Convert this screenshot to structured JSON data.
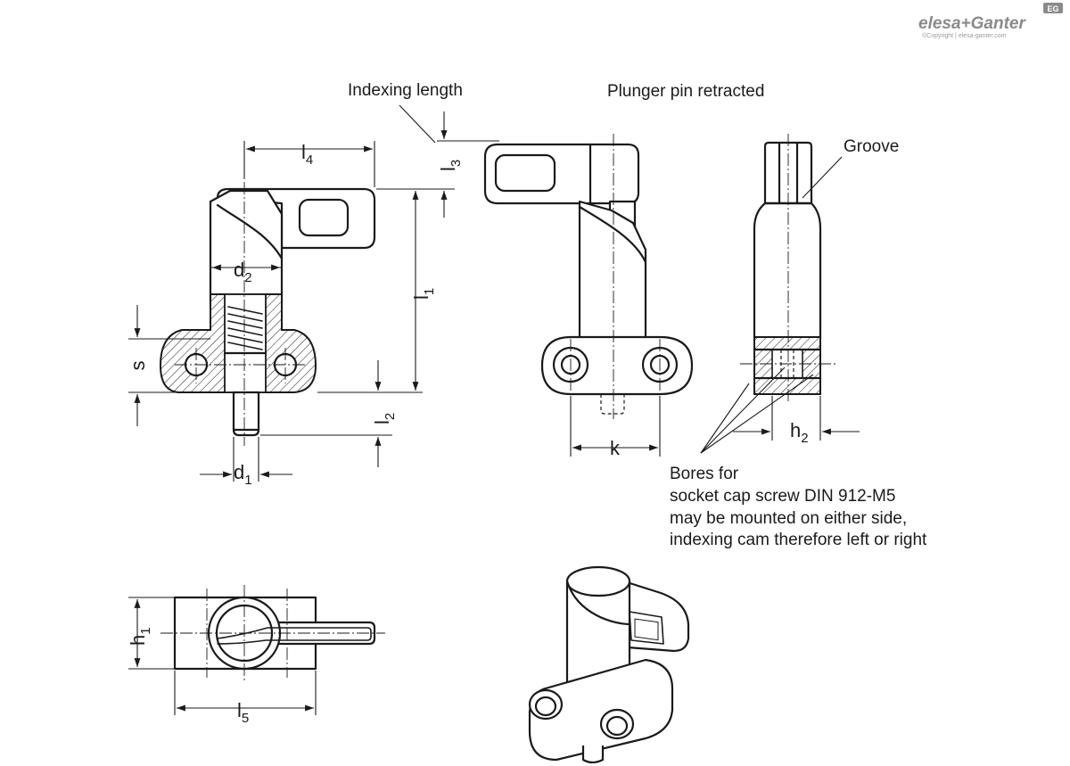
{
  "brand": {
    "name": "elesa+Ganter",
    "badge": "EG",
    "copyright": "©Copyright | elesa-ganter.com"
  },
  "callouts": {
    "indexing_length": "Indexing length",
    "plunger_retracted": "Plunger pin retracted",
    "groove": "Groove",
    "bores_lines": [
      "Bores for",
      "socket cap screw DIN 912-M5",
      "may be mounted on either side,",
      "indexing cam therefore left or right"
    ]
  },
  "dimensions": {
    "l4": {
      "base": "l",
      "sub": "4"
    },
    "l3": {
      "base": "l",
      "sub": "3"
    },
    "l1": {
      "base": "l",
      "sub": "1"
    },
    "l2": {
      "base": "l",
      "sub": "2"
    },
    "l5": {
      "base": "l",
      "sub": "5"
    },
    "d1": {
      "base": "d",
      "sub": "1"
    },
    "d2": {
      "base": "d",
      "sub": "2"
    },
    "h1": {
      "base": "h",
      "sub": "1"
    },
    "h2": {
      "base": "h",
      "sub": "2"
    },
    "s": {
      "base": "s",
      "sub": ""
    },
    "k": {
      "base": "k",
      "sub": ""
    }
  }
}
